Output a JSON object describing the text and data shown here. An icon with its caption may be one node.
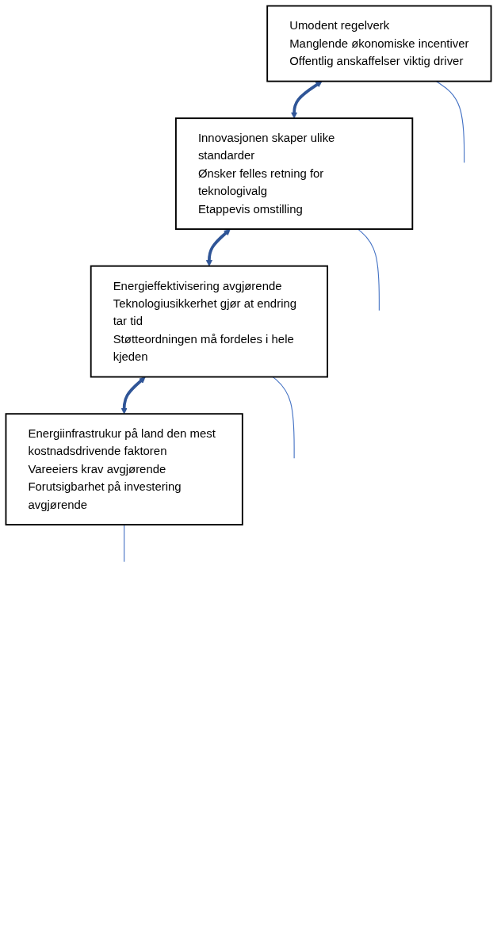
{
  "diagram": {
    "nodes": [
      {
        "text": [
          "Umodent regelverk",
          "Manglende økonomiske incentiver",
          "Offentlig anskaffelser viktig driver"
        ]
      },
      {
        "text": [
          "Innovasjonen skaper ulike standarder",
          "Ønsker felles retning for teknologivalg",
          "Etappevis omstilling"
        ]
      },
      {
        "text": [
          "Energieffektivisering avgjørende",
          "Teknologiusikkerhet gjør at endring tar tid",
          "Støtteordningen må fordeles i hele kjeden"
        ]
      },
      {
        "text": [
          "Energiinfrastrukur på land den mest kostnadsdrivende faktoren",
          "Vareeiers krav avgjørende",
          "Forutsigbarhet på investering avgjørende"
        ]
      }
    ],
    "edges": [
      {
        "from": 0,
        "to": 1,
        "arrow": "both",
        "style": "thick",
        "color": "#2f5597"
      },
      {
        "from": 1,
        "to": 2,
        "arrow": "both",
        "style": "thick",
        "color": "#2f5597"
      },
      {
        "from": 2,
        "to": 3,
        "arrow": "both",
        "style": "thick",
        "color": "#2f5597"
      },
      {
        "from": 0,
        "to": null,
        "arrow": "none"
      },
      {
        "from": 1,
        "to": null,
        "arrow": "none"
      },
      {
        "from": 2,
        "to": null,
        "arrow": "none"
      },
      {
        "from": 3,
        "to": null,
        "arrow": "none"
      }
    ]
  }
}
